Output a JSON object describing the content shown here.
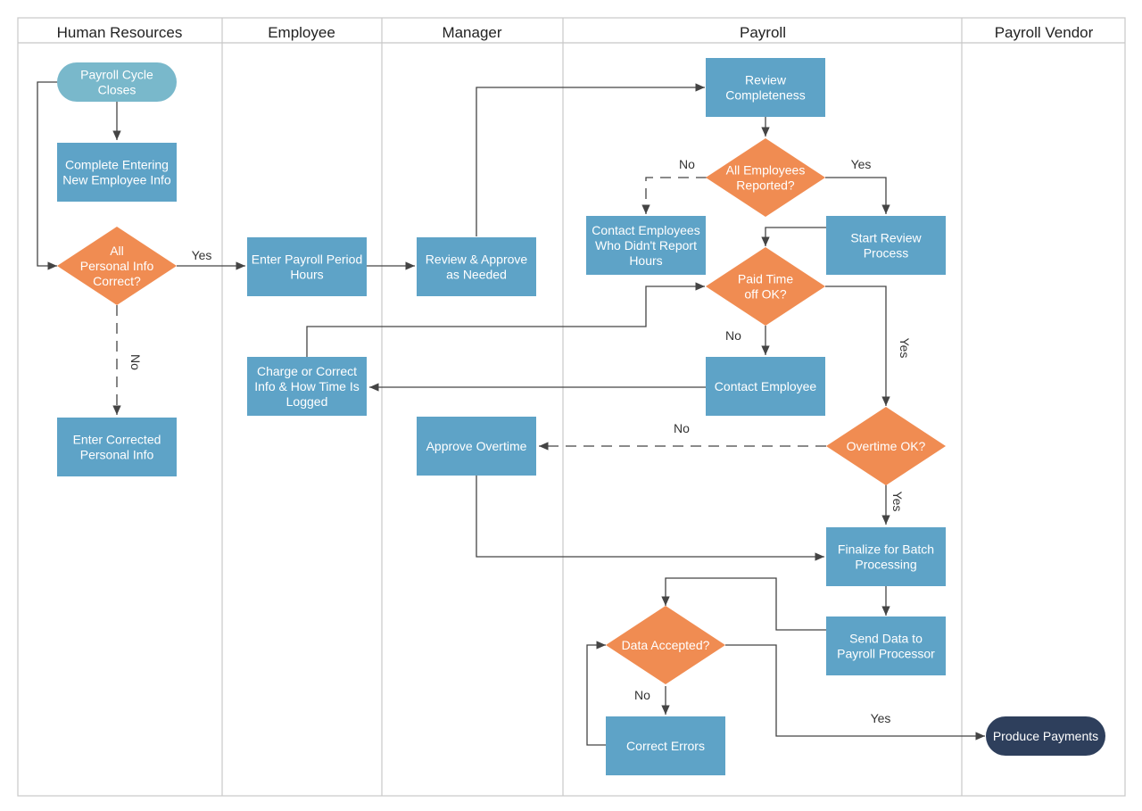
{
  "colors": {
    "process": "#5ea3c7",
    "decision": "#f08c52",
    "start": "#79b8cb",
    "end": "#2e3f5c",
    "lane_border": "#c8c8c8",
    "edge": "#444444"
  },
  "lanes": [
    {
      "id": "hr",
      "title": "Human Resources"
    },
    {
      "id": "employee",
      "title": "Employee"
    },
    {
      "id": "manager",
      "title": "Manager"
    },
    {
      "id": "payroll",
      "title": "Payroll"
    },
    {
      "id": "vendor",
      "title": "Payroll Vendor"
    }
  ],
  "nodes": {
    "cycle_closes": {
      "shape": "terminator",
      "lines": [
        "Payroll Cycle",
        "Closes"
      ]
    },
    "complete_entering": {
      "shape": "process",
      "lines": [
        "Complete Entering",
        "New Employee Info"
      ]
    },
    "personal_info_correct": {
      "shape": "decision",
      "lines": [
        "All",
        "Personal Info",
        "Correct?"
      ]
    },
    "enter_corrected": {
      "shape": "process",
      "lines": [
        "Enter Corrected",
        "Personal Info"
      ]
    },
    "enter_payroll_hours": {
      "shape": "process",
      "lines": [
        "Enter Payroll Period",
        "Hours"
      ]
    },
    "charge_correct": {
      "shape": "process",
      "lines": [
        "Charge or Correct",
        "Info & How Time Is",
        "Logged"
      ]
    },
    "review_approve": {
      "shape": "process",
      "lines": [
        "Review & Approve",
        "as Needed"
      ]
    },
    "approve_overtime": {
      "shape": "process",
      "lines": [
        "Approve Overtime"
      ]
    },
    "review_completeness": {
      "shape": "process",
      "lines": [
        "Review",
        "Completeness"
      ]
    },
    "all_employees_reported": {
      "shape": "decision",
      "lines": [
        "All Employees",
        "Reported?"
      ]
    },
    "contact_employees": {
      "shape": "process",
      "lines": [
        "Contact Employees",
        "Who Didn't Report",
        "Hours"
      ]
    },
    "start_review": {
      "shape": "process",
      "lines": [
        "Start Review",
        "Process"
      ]
    },
    "paid_time_off_ok": {
      "shape": "decision",
      "lines": [
        "Paid Time",
        "off OK?"
      ]
    },
    "contact_employee": {
      "shape": "process",
      "lines": [
        "Contact Employee"
      ]
    },
    "overtime_ok": {
      "shape": "decision",
      "lines": [
        "Overtime OK?"
      ]
    },
    "finalize_batch": {
      "shape": "process",
      "lines": [
        "Finalize for Batch",
        "Processing"
      ]
    },
    "send_data": {
      "shape": "process",
      "lines": [
        "Send Data to",
        "Payroll Processor"
      ]
    },
    "data_accepted": {
      "shape": "decision",
      "lines": [
        "Data Accepted?"
      ]
    },
    "correct_errors": {
      "shape": "process",
      "lines": [
        "Correct Errors"
      ]
    },
    "produce_payments": {
      "shape": "terminator",
      "lines": [
        "Produce Payments"
      ]
    }
  },
  "edge_labels": {
    "personal_yes": "Yes",
    "personal_no": "No",
    "reported_no": "No",
    "reported_yes": "Yes",
    "pto_no": "No",
    "pto_yes": "Yes",
    "overtime_no": "No",
    "overtime_yes": "Yes",
    "accepted_no": "No",
    "accepted_yes": "Yes"
  }
}
